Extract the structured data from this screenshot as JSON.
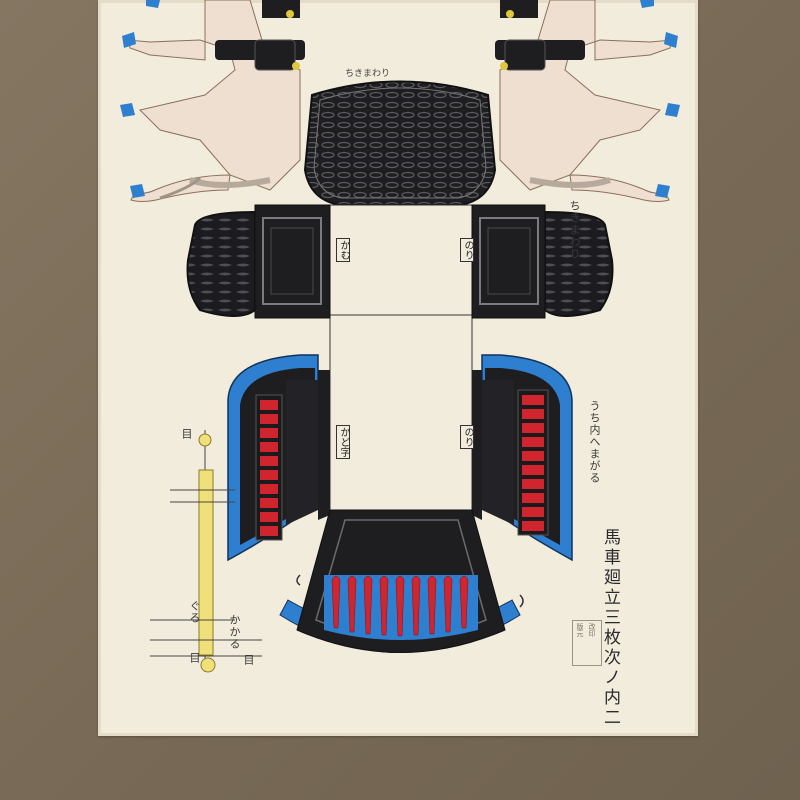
{
  "print": {
    "title": "馬車廻立三枚次ノ内二",
    "labels": {
      "top_right_cutline": "ちきまわり",
      "right_side_note": "うち内へまがる",
      "top_note": "ちきまわり",
      "box_top_left": "かむ",
      "box_top_right": "のり",
      "box_mid_left": "かど字",
      "box_mid_right": "のり",
      "axle_top": "目",
      "axle_bottom": "目",
      "axle_mid1": "ぐる",
      "axle_mid2": "かかる",
      "axle_note": "目"
    },
    "seal_lines": [
      "版元",
      "改印"
    ]
  },
  "colors": {
    "mat": "#7a6c58",
    "paper": "#f1ecdc",
    "panel_black": "#1e1d20",
    "weave": "#3a3a40",
    "blue": "#2f7fd0",
    "red": "#d0252e",
    "yellow": "#f0e07a",
    "horse": "#efdfd0"
  },
  "icons": [
    "horse-figure",
    "wheel-part",
    "axle-part",
    "publisher-seal"
  ]
}
